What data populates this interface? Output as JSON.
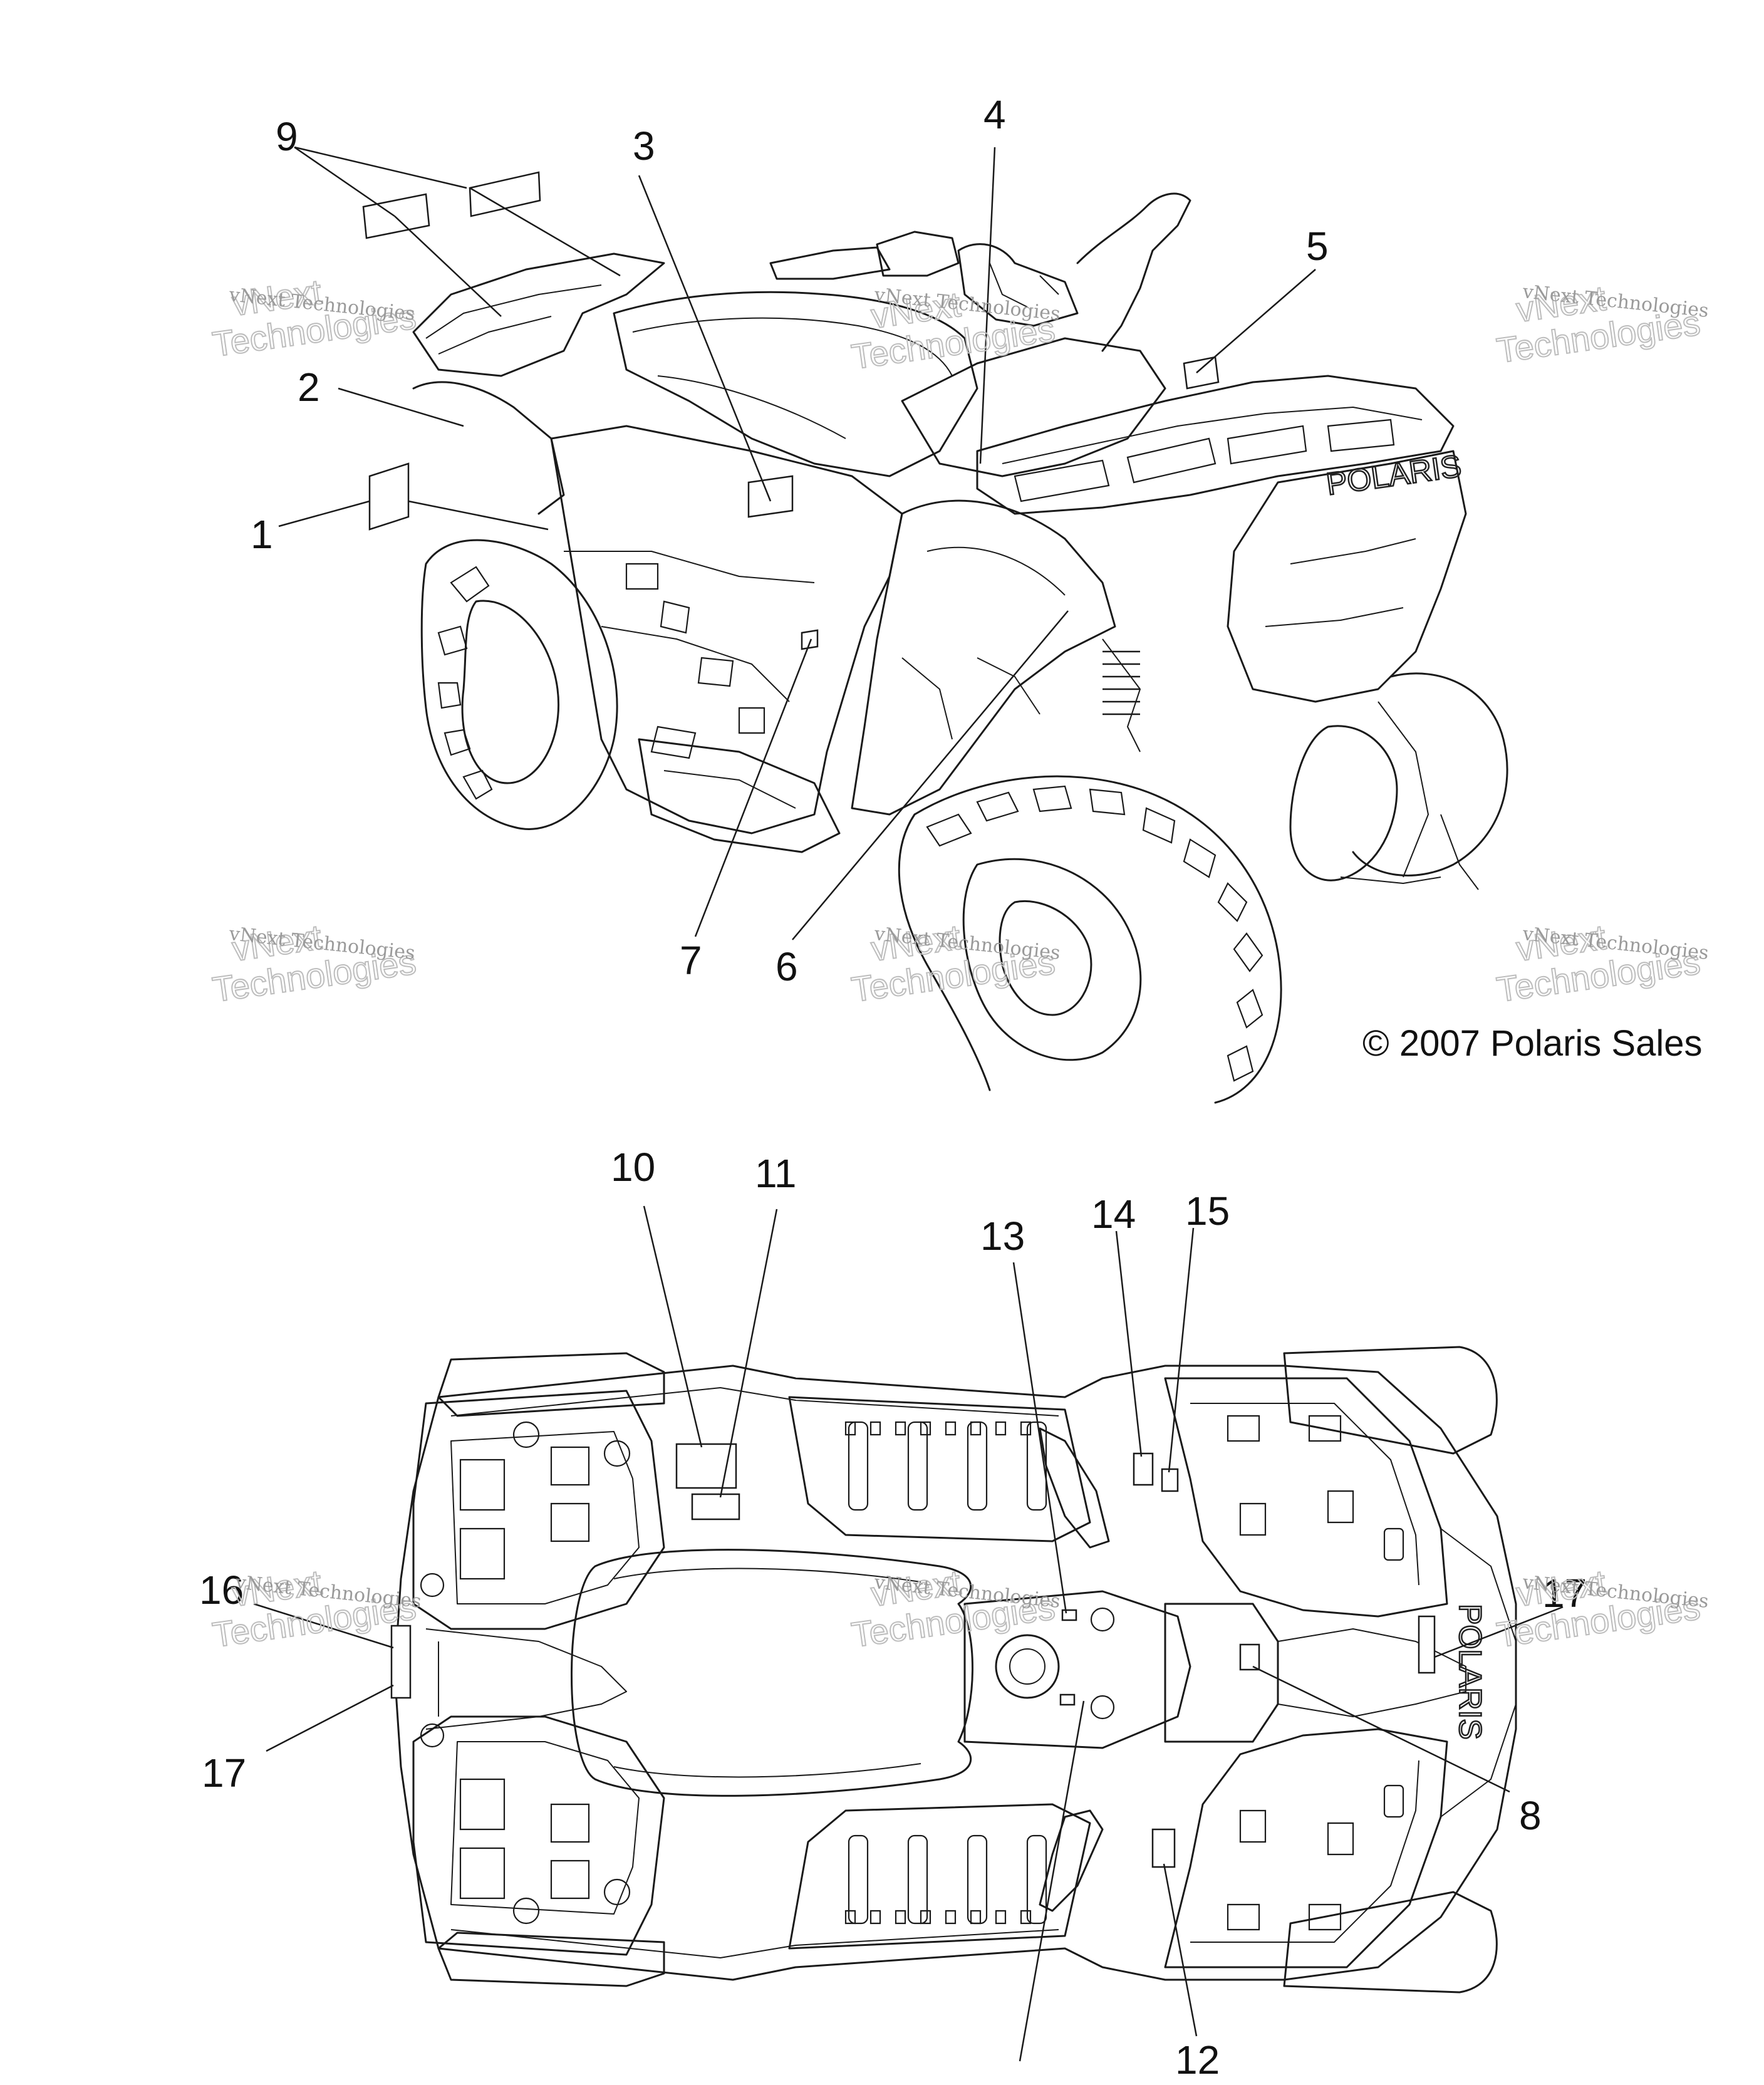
{
  "callouts": {
    "c1": "1",
    "c2": "2",
    "c3": "3",
    "c4": "4",
    "c5": "5",
    "c6": "6",
    "c7": "7",
    "c8": "8",
    "c9": "9",
    "c10": "10",
    "c11": "11",
    "c12": "12",
    "c13": "13",
    "c14": "14",
    "c15": "15",
    "c16": "16",
    "c17a": "17",
    "c17b": "17"
  },
  "copyright": "© 2007 Polaris Sales",
  "brand_text": "POLARIS",
  "watermark": {
    "line1": "vNext Technologies",
    "line2a": "vNext",
    "line2b": "Technologies"
  },
  "colors": {
    "line": "#1a1a1a",
    "watermark": "#9a9a9a",
    "background": "#ffffff"
  }
}
